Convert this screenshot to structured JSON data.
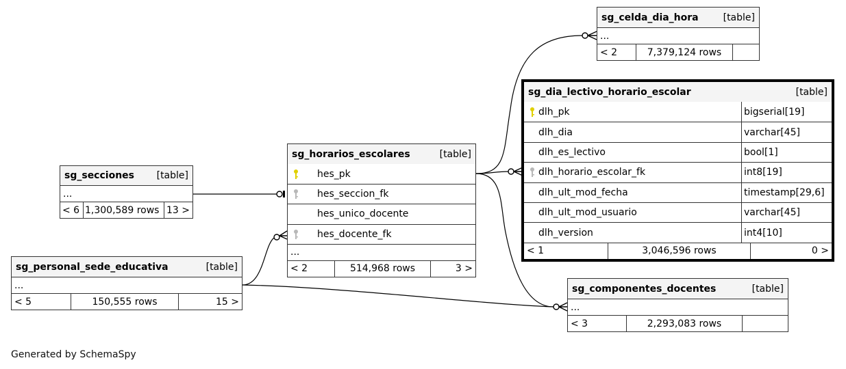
{
  "footer": "Generated by SchemaSpy",
  "colors": {
    "pk_key": "#e0d000",
    "fk_key": "#b8b8b8",
    "border": "#333333",
    "header_bg": "#f4f4f4"
  },
  "tables": {
    "sg_celda_dia_hora": {
      "name": "sg_celda_dia_hora",
      "kind": "[table]",
      "ellipsis": "...",
      "footer": {
        "left": "< 2",
        "rows": "7,379,124 rows",
        "right": ""
      }
    },
    "sg_dia_lectivo_horario_escolar": {
      "name": "sg_dia_lectivo_horario_escolar",
      "kind": "[table]",
      "columns": [
        {
          "name": "dlh_pk",
          "type": "bigserial[19]",
          "key": "pk"
        },
        {
          "name": "dlh_dia",
          "type": "varchar[45]",
          "key": ""
        },
        {
          "name": "dlh_es_lectivo",
          "type": "bool[1]",
          "key": ""
        },
        {
          "name": "dlh_horario_escolar_fk",
          "type": "int8[19]",
          "key": "fk"
        },
        {
          "name": "dlh_ult_mod_fecha",
          "type": "timestamp[29,6]",
          "key": ""
        },
        {
          "name": "dlh_ult_mod_usuario",
          "type": "varchar[45]",
          "key": ""
        },
        {
          "name": "dlh_version",
          "type": "int4[10]",
          "key": ""
        }
      ],
      "footer": {
        "left": "< 1",
        "rows": "3,046,596 rows",
        "right": "0 >"
      }
    },
    "sg_horarios_escolares": {
      "name": "sg_horarios_escolares",
      "kind": "[table]",
      "columns": [
        {
          "name": "hes_pk",
          "key": "pk"
        },
        {
          "name": "hes_seccion_fk",
          "key": "fk"
        },
        {
          "name": "hes_unico_docente",
          "key": ""
        },
        {
          "name": "hes_docente_fk",
          "key": "fk"
        }
      ],
      "ellipsis": "...",
      "footer": {
        "left": "< 2",
        "rows": "514,968 rows",
        "right": "3 >"
      }
    },
    "sg_secciones": {
      "name": "sg_secciones",
      "kind": "[table]",
      "ellipsis": "...",
      "footer": {
        "left": "< 6",
        "rows": "1,300,589 rows",
        "right": "13 >"
      }
    },
    "sg_personal_sede_educativa": {
      "name": "sg_personal_sede_educativa",
      "kind": "[table]",
      "ellipsis": "...",
      "footer": {
        "left": "< 5",
        "rows": "150,555 rows",
        "right": "15 >"
      }
    },
    "sg_componentes_docentes": {
      "name": "sg_componentes_docentes",
      "kind": "[table]",
      "ellipsis": "...",
      "footer": {
        "left": "< 3",
        "rows": "2,293,083 rows",
        "right": ""
      }
    }
  },
  "relationships": [
    {
      "from": "sg_horarios_escolares.hes_pk",
      "to": "sg_celda_dia_hora",
      "type": "one-to-zero-or-many"
    },
    {
      "from": "sg_horarios_escolares.hes_pk",
      "to": "sg_dia_lectivo_horario_escolar.dlh_horario_escolar_fk",
      "type": "one-to-zero-or-many"
    },
    {
      "from": "sg_horarios_escolares.hes_pk",
      "to": "sg_componentes_docentes",
      "type": "one-to-zero-or-many"
    },
    {
      "from": "sg_secciones",
      "to": "sg_horarios_escolares.hes_seccion_fk",
      "type": "one-to-zero-or-one"
    },
    {
      "from": "sg_personal_sede_educativa",
      "to": "sg_horarios_escolares.hes_docente_fk",
      "type": "one-to-zero-or-many"
    },
    {
      "from": "sg_personal_sede_educativa",
      "to": "sg_componentes_docentes",
      "type": "one-to-zero-or-many"
    }
  ]
}
